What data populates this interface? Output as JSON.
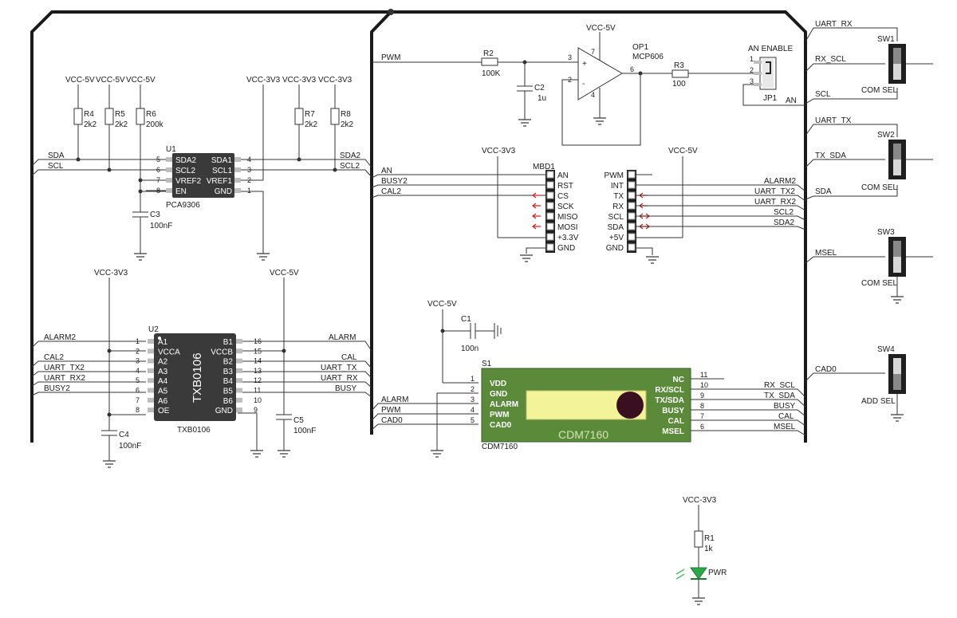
{
  "labels": {
    "vcc5": "VCC-5V",
    "vcc33": "VCC-3V3",
    "sda": "SDA",
    "scl": "SCL",
    "sda2": "SDA2",
    "scl2": "SCL2",
    "vref2": "VREF2",
    "vref1": "VREF1",
    "en": "EN",
    "gnd": "GND",
    "an": "AN",
    "pwm": "PWM",
    "busy2": "BUSY2",
    "cal2": "CAL2",
    "alarm2": "ALARM2",
    "uart_tx2": "UART_TX2",
    "uart_rx2": "UART_RX2",
    "alarm": "ALARM",
    "cal": "CAL",
    "uart_tx": "UART_TX",
    "uart_rx": "UART_RX",
    "busy": "BUSY",
    "cad0": "CAD0",
    "rx_scl": "RX_SCL",
    "tx_sda": "TX_SDA",
    "msel": "MSEL",
    "com_sel": "COM SEL",
    "add_sel": "ADD SEL",
    "an_enable": "AN ENABLE"
  },
  "parts": {
    "r1": {
      "ref": "R1",
      "val": "1k"
    },
    "r2": {
      "ref": "R2",
      "val": "100K"
    },
    "r3": {
      "ref": "R3",
      "val": "100"
    },
    "r4": {
      "ref": "R4",
      "val": "2k2"
    },
    "r5": {
      "ref": "R5",
      "val": "2k2"
    },
    "r6": {
      "ref": "R6",
      "val": "200k"
    },
    "r7": {
      "ref": "R7",
      "val": "2k2"
    },
    "r8": {
      "ref": "R8",
      "val": "2k2"
    },
    "c1": {
      "ref": "C1",
      "val": "100n"
    },
    "c2": {
      "ref": "C2",
      "val": "1u"
    },
    "c3": {
      "ref": "C3",
      "val": "100nF"
    },
    "c4": {
      "ref": "C4",
      "val": "100nF"
    },
    "c5": {
      "ref": "C5",
      "val": "100nF"
    },
    "u1": {
      "ref": "U1",
      "name": "PCA9306"
    },
    "u2": {
      "ref": "U2",
      "name": "TXB0106"
    },
    "op1": {
      "ref": "OP1",
      "name": "MCP606"
    },
    "jp1": {
      "ref": "JP1"
    },
    "mbd1": {
      "ref": "MBD1"
    },
    "s1": {
      "ref": "S1",
      "name": "CDM7160"
    },
    "sw1": "SW1",
    "sw2": "SW2",
    "sw3": "SW3",
    "sw4": "SW4",
    "led": "PWR"
  },
  "u1_pins_left": [
    {
      "num": "5",
      "name": "SDA2"
    },
    {
      "num": "6",
      "name": "SCL2"
    },
    {
      "num": "7",
      "name": "VREF2"
    },
    {
      "num": "8",
      "name": "EN"
    }
  ],
  "u1_pins_right": [
    {
      "num": "4",
      "name": "SDA1"
    },
    {
      "num": "3",
      "name": "SCL1"
    },
    {
      "num": "2",
      "name": "VREF1"
    },
    {
      "num": "1",
      "name": "GND"
    }
  ],
  "u2_pins_left": [
    {
      "num": "1",
      "name": "A1"
    },
    {
      "num": "2",
      "name": "VCCA"
    },
    {
      "num": "3",
      "name": "A2"
    },
    {
      "num": "4",
      "name": "A3"
    },
    {
      "num": "5",
      "name": "A4"
    },
    {
      "num": "6",
      "name": "A5"
    },
    {
      "num": "7",
      "name": "A6"
    },
    {
      "num": "8",
      "name": "OE"
    }
  ],
  "u2_pins_right": [
    {
      "num": "16",
      "name": "B1"
    },
    {
      "num": "15",
      "name": "VCCB"
    },
    {
      "num": "14",
      "name": "B2"
    },
    {
      "num": "13",
      "name": "B3"
    },
    {
      "num": "12",
      "name": "B4"
    },
    {
      "num": "11",
      "name": "B5"
    },
    {
      "num": "10",
      "name": "B6"
    },
    {
      "num": "9",
      "name": "GND"
    }
  ],
  "u2_left_nets": [
    "ALARM2",
    "",
    "CAL2",
    "UART_TX2",
    "UART_RX2",
    "BUSY2"
  ],
  "u2_right_nets": [
    "ALARM",
    "",
    "CAL",
    "UART_TX",
    "UART_RX",
    "BUSY"
  ],
  "op_pins": {
    "p3": "3",
    "p2": "2",
    "p7": "7",
    "p4": "4",
    "p6": "6"
  },
  "jp_pins": [
    "1",
    "2",
    "3"
  ],
  "mbd_left": [
    "AN",
    "RST",
    "CS",
    "SCK",
    "MISO",
    "MOSI",
    "+3.3V",
    "GND"
  ],
  "mbd_right": [
    "PWM",
    "INT",
    "TX",
    "RX",
    "SCL",
    "SDA",
    "+5V",
    "GND"
  ],
  "mbd_left_nets": [
    "AN",
    "BUSY2",
    "CAL2"
  ],
  "mbd_right_nets": [
    "ALARM2",
    "UART_TX2",
    "UART_RX2",
    "SCL2",
    "SDA2"
  ],
  "s1_left": [
    {
      "num": "1",
      "name": "VDD"
    },
    {
      "num": "2",
      "name": "GND"
    },
    {
      "num": "3",
      "name": "ALARM"
    },
    {
      "num": "4",
      "name": "PWM"
    },
    {
      "num": "5",
      "name": "CAD0"
    }
  ],
  "s1_right": [
    {
      "num": "11",
      "name": "NC"
    },
    {
      "num": "10",
      "name": "RX/SCL"
    },
    {
      "num": "9",
      "name": "TX/SDA"
    },
    {
      "num": "8",
      "name": "BUSY"
    },
    {
      "num": "7",
      "name": "CAL"
    },
    {
      "num": "6",
      "name": "MSEL"
    }
  ],
  "s1_left_nets": [
    "ALARM",
    "PWM",
    "CAD0"
  ],
  "s1_right_nets": [
    "RX_SCL",
    "TX_SDA",
    "BUSY",
    "CAL",
    "MSEL"
  ],
  "right_nets": [
    "UART_RX",
    "RX_SCL",
    "SCL",
    "AN",
    "UART_TX",
    "TX_SDA",
    "SDA",
    "MSEL",
    "CAD0"
  ],
  "colors": {
    "chip": "#3a3a3a",
    "module": "#5a8a3a",
    "window": "#f3f39a",
    "led": "#2aa84a",
    "arrow": "#d42020"
  }
}
